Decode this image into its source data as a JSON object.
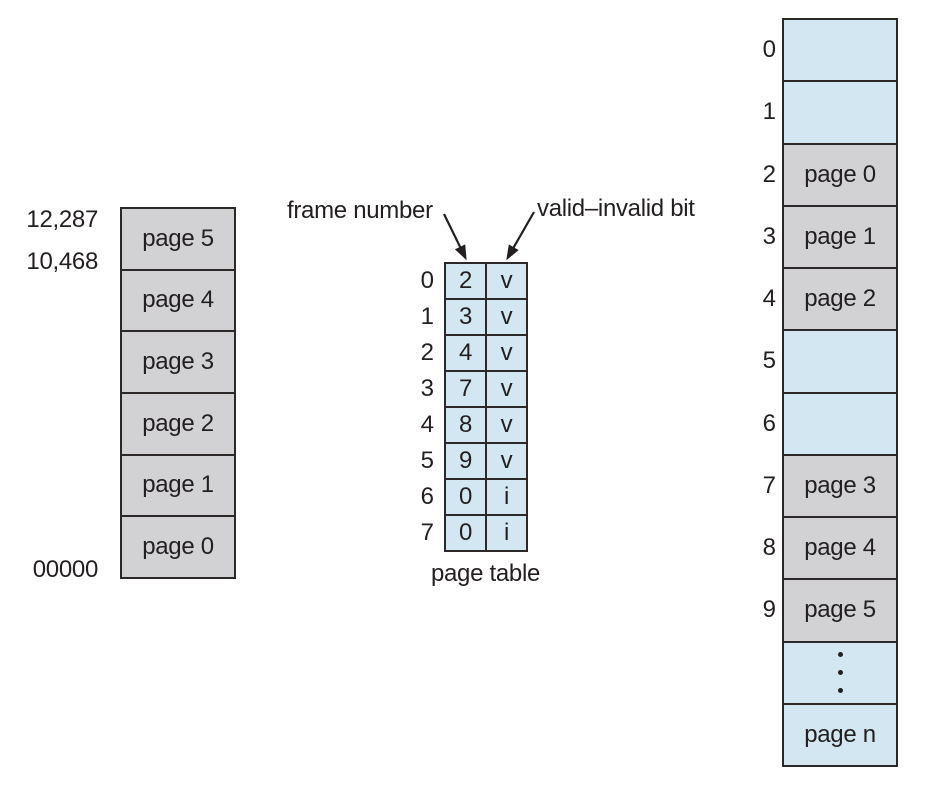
{
  "figure": {
    "colors": {
      "frame_gray": "#d2d2d4",
      "frame_blue": "#d2e7f2",
      "line": "#231f20"
    },
    "logical": {
      "addresses": [
        "12,287",
        "10,468",
        "00000"
      ],
      "pages": [
        "page 5",
        "page 4",
        "page 3",
        "page 2",
        "page 1",
        "page 0"
      ]
    },
    "labels": {
      "frame_number": "frame number",
      "valid_invalid": "valid–invalid bit",
      "page_table_caption": "page table"
    },
    "page_table": {
      "rows": [
        {
          "index": "0",
          "frame": "2",
          "bit": "v"
        },
        {
          "index": "1",
          "frame": "3",
          "bit": "v"
        },
        {
          "index": "2",
          "frame": "4",
          "bit": "v"
        },
        {
          "index": "3",
          "frame": "7",
          "bit": "v"
        },
        {
          "index": "4",
          "frame": "8",
          "bit": "v"
        },
        {
          "index": "5",
          "frame": "9",
          "bit": "v"
        },
        {
          "index": "6",
          "frame": "0",
          "bit": "i"
        },
        {
          "index": "7",
          "frame": "0",
          "bit": "i"
        }
      ]
    },
    "physical": {
      "frames": [
        {
          "index": "0",
          "content": "",
          "state": "empty"
        },
        {
          "index": "1",
          "content": "",
          "state": "empty"
        },
        {
          "index": "2",
          "content": "page 0",
          "state": "filled"
        },
        {
          "index": "3",
          "content": "page 1",
          "state": "filled"
        },
        {
          "index": "4",
          "content": "page 2",
          "state": "filled"
        },
        {
          "index": "5",
          "content": "",
          "state": "empty"
        },
        {
          "index": "6",
          "content": "",
          "state": "empty"
        },
        {
          "index": "7",
          "content": "page 3",
          "state": "filled"
        },
        {
          "index": "8",
          "content": "page 4",
          "state": "filled"
        },
        {
          "index": "9",
          "content": "page 5",
          "state": "filled"
        },
        {
          "index": "",
          "content": "",
          "state": "ellipsis"
        },
        {
          "index": "",
          "content": "page n",
          "state": "empty"
        }
      ]
    }
  }
}
